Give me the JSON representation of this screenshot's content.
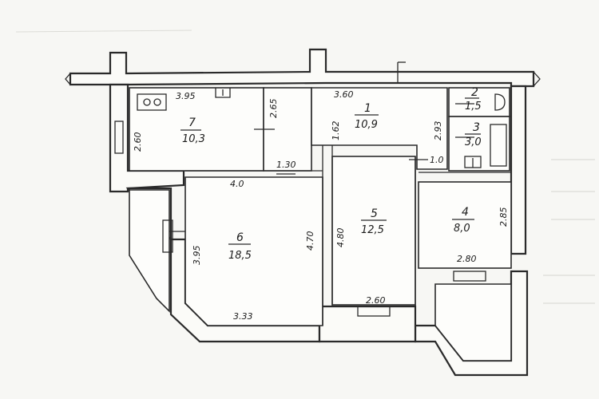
{
  "rooms": [
    {
      "num": "1",
      "area": "10,9"
    },
    {
      "num": "2",
      "area": "1,5"
    },
    {
      "num": "3",
      "area": "3,0"
    },
    {
      "num": "4",
      "area": "8,0"
    },
    {
      "num": "5",
      "area": "12,5"
    },
    {
      "num": "6",
      "area": "18,5"
    },
    {
      "num": "7",
      "area": "10,3"
    }
  ],
  "dims": {
    "d395top": "3.95",
    "d260": "2.60",
    "d265": "2.65",
    "d130": "1.30",
    "d40": "4.0",
    "d360": "3.60",
    "d162": "1.62",
    "d293": "2.93",
    "d10": "1.0",
    "d285": "2.85",
    "d280": "2.80",
    "d480": "4.80",
    "d470": "4.70",
    "d395": "3.95",
    "d333": "3.33",
    "d260b": "2.60"
  },
  "colors": {
    "ink": "#2a2a2a",
    "paper": "#f7f7f4"
  }
}
